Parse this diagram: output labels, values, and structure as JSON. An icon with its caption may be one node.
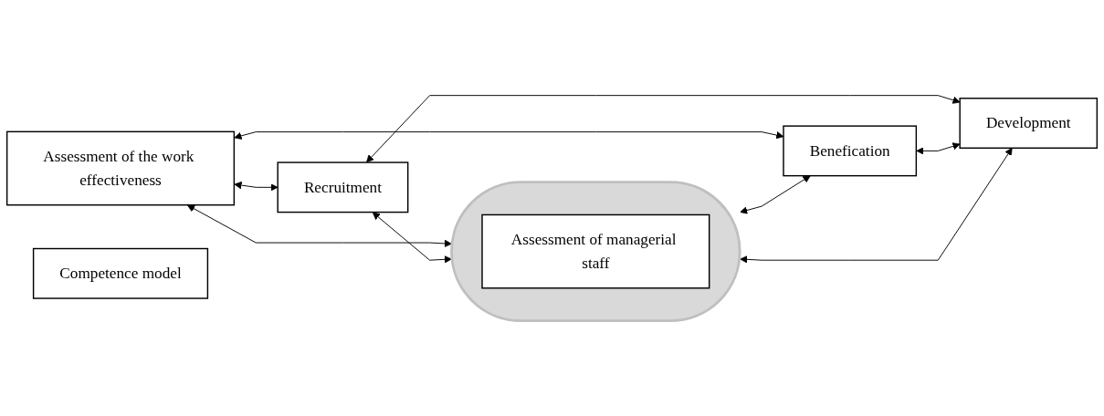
{
  "diagram": {
    "nodes": [
      {
        "text": [
          "Assessment of the work effectiveness"
        ]
      },
      {
        "text": [
          "Competence model"
        ]
      },
      {
        "text": [
          "Recruitment"
        ]
      },
      {
        "text": [],
        "shape": "ellipse"
      },
      {
        "text": [
          "Assessment of managerial staff"
        ],
        "in": 3
      },
      {
        "text": [
          "Benefication"
        ]
      },
      {
        "text": [
          "Development"
        ]
      }
    ],
    "edges": [
      {
        "from": 0,
        "to": 2,
        "arrow": "both"
      },
      {
        "from": 0,
        "to": 3,
        "arrow": "both"
      },
      {
        "from": 0,
        "to": 5,
        "arrow": "both"
      },
      {
        "from": 2,
        "to": 3,
        "arrow": "both"
      },
      {
        "from": 3,
        "to": 5,
        "arrow": "both"
      },
      {
        "from": 2,
        "to": 6,
        "arrow": "both"
      },
      {
        "from": 3,
        "to": 6,
        "arrow": "both"
      },
      {
        "from": 5,
        "to": 6,
        "arrow": "both"
      }
    ]
  }
}
